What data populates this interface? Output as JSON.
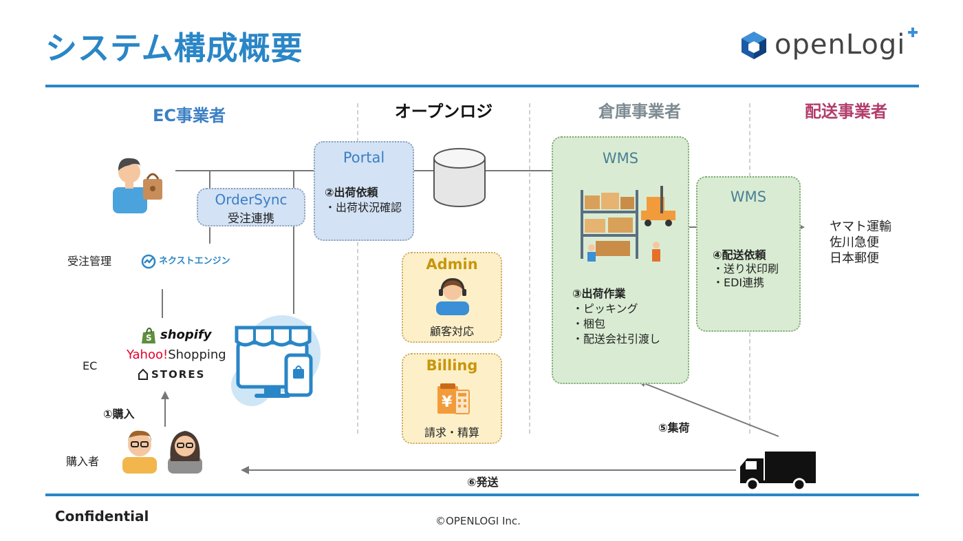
{
  "header": {
    "title": "システム構成概要",
    "logo_text": "openLogi"
  },
  "colors": {
    "accent": "#2a86c6",
    "ec_head": "#3b7fc4",
    "warehouse_head": "#7d8b92",
    "delivery_head": "#b23d6c",
    "admin_title": "#c8960c"
  },
  "columns": {
    "ec": "EC事業者",
    "openlogi": "オープンロジ",
    "warehouse": "倉庫事業者",
    "delivery": "配送事業者"
  },
  "portal": {
    "title": "Portal",
    "step": "②出荷依頼",
    "item": "・出荷状況確認"
  },
  "ordersync": {
    "title": "OrderSync",
    "subtitle": "受注連携"
  },
  "left_labels": {
    "order_mgmt": "受注管理",
    "ec": "EC",
    "buyer": "購入者"
  },
  "platforms": {
    "next_engine": "ネクストエンジン",
    "shopify": "shopify",
    "yahoo_red": "Yahoo!",
    "yahoo_rest": "Shopping",
    "stores": "STORES"
  },
  "admin": {
    "title": "Admin",
    "caption": "顧客対応"
  },
  "billing": {
    "title": "Billing",
    "caption": "請求・精算"
  },
  "wms_main": {
    "title": "WMS",
    "step": "③出荷作業",
    "items": [
      "・ピッキング",
      "・梱包",
      "・配送会社引渡し"
    ]
  },
  "wms_delivery": {
    "title": "WMS",
    "step": "④配送依頼",
    "items": [
      "・送り状印刷",
      "・EDI連携"
    ]
  },
  "carriers": [
    "ヤマト運輸",
    "佐川急便",
    "日本郵便"
  ],
  "steps": {
    "purchase": "①購入",
    "pickup": "⑤集荷",
    "ship": "⑥発送"
  },
  "footer": {
    "confidential": "Confidential",
    "copyright": "©OPENLOGI Inc."
  }
}
